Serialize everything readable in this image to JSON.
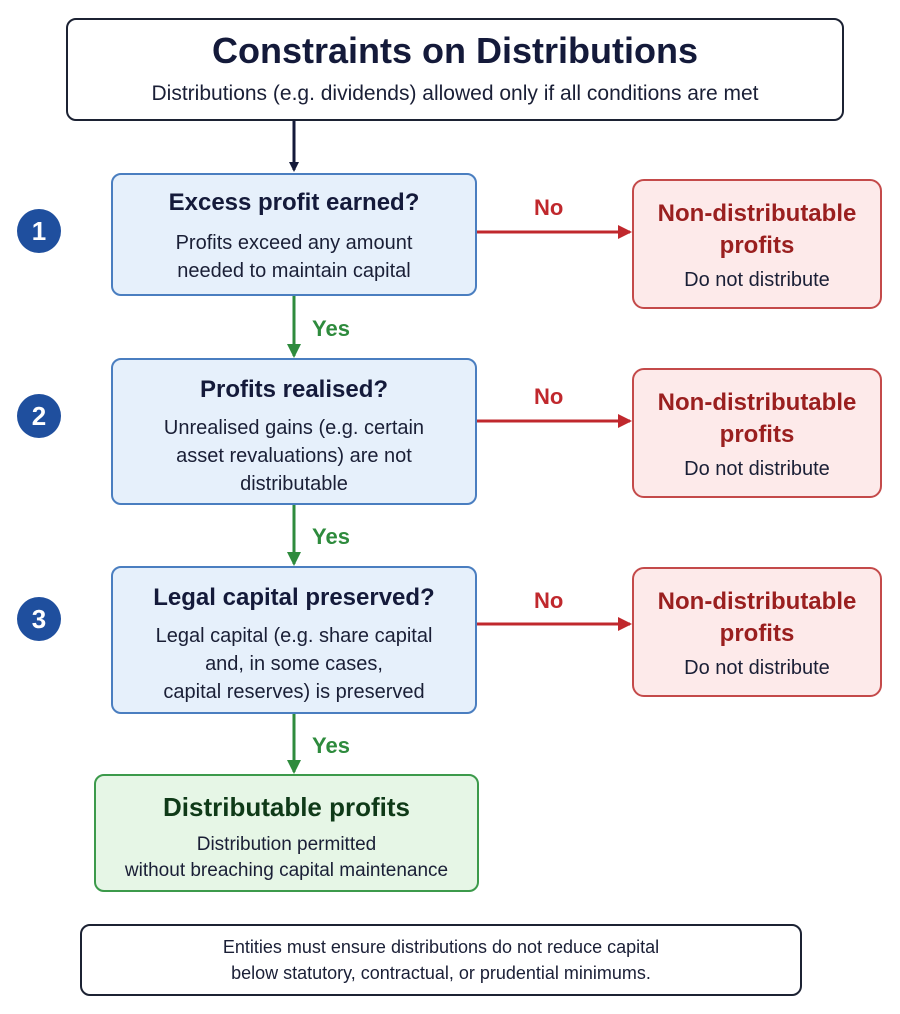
{
  "header": {
    "title": "Constraints on Distributions",
    "subtitle": "Distributions (e.g. dividends) allowed only if all conditions are met"
  },
  "steps": [
    {
      "number": "1",
      "title": "Excess profit earned?",
      "desc_lines": [
        "Profits exceed any amount",
        "needed to maintain capital"
      ],
      "no_label": "No",
      "yes_label": "Yes",
      "outcome_title_lines": [
        "Non-distributable",
        "profits"
      ],
      "outcome_sub": "Do not distribute"
    },
    {
      "number": "2",
      "title": "Profits realised?",
      "desc_lines": [
        "Unrealised gains (e.g. certain",
        "asset revaluations) are not",
        "distributable"
      ],
      "no_label": "No",
      "yes_label": "Yes",
      "outcome_title_lines": [
        "Non-distributable",
        "profits"
      ],
      "outcome_sub": "Do not distribute"
    },
    {
      "number": "3",
      "title": "Legal capital preserved?",
      "desc_lines": [
        "Legal capital (e.g. share capital",
        "and, in some cases,",
        "capital reserves) is preserved"
      ],
      "no_label": "No",
      "yes_label": "Yes",
      "outcome_title_lines": [
        "Non-distributable",
        "profits"
      ],
      "outcome_sub": "Do not distribute"
    }
  ],
  "result": {
    "title": "Distributable profits",
    "desc_lines": [
      "Distribution permitted",
      "without breaching capital maintenance"
    ]
  },
  "footer": {
    "lines": [
      "Entities must ensure distributions do not reduce capital",
      "below statutory, contractual, or prudential minimums."
    ]
  },
  "colors": {
    "question_border": "#4a7ec0",
    "question_fill": "#e6f0fb",
    "no_arrow": "#c0282d",
    "yes_arrow": "#2e8b3d",
    "outcome_border": "#c44a4a",
    "outcome_fill": "#fdeaea",
    "result_border": "#3c9a4b",
    "result_fill": "#e6f6e6",
    "step_circle": "#1f4f9e"
  }
}
